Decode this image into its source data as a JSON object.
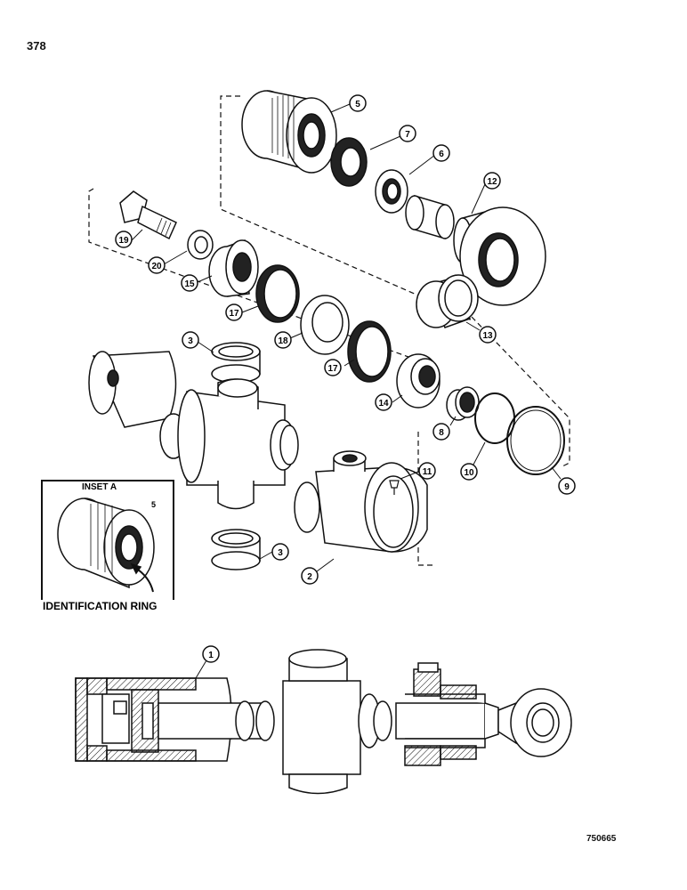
{
  "page_number": "378",
  "figure_code": "750665",
  "inset": {
    "title": "INSET A",
    "part_number": "5",
    "label": "IDENTIFICATION RING"
  },
  "callouts": [
    "1",
    "2",
    "3",
    "3",
    "5",
    "6",
    "7",
    "8",
    "9",
    "10",
    "11",
    "12",
    "13",
    "14",
    "15",
    "17",
    "17",
    "18",
    "19",
    "20"
  ]
}
